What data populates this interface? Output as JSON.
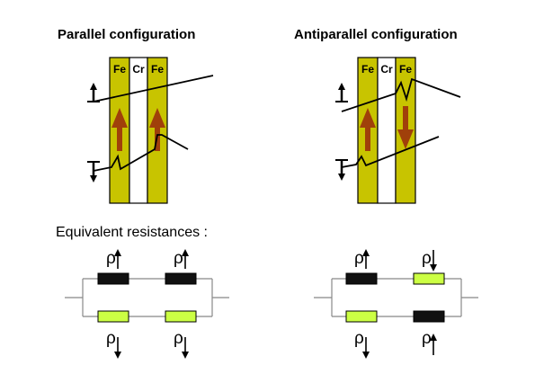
{
  "titles": {
    "parallel": "Parallel configuration",
    "antiparallel": "Antiparallel configuration"
  },
  "layer_labels": {
    "fe": "Fe",
    "cr": "Cr"
  },
  "equivalent_label": "Equivalent resistances :",
  "resistor_symbol": "ρ",
  "colors": {
    "fe_layer": "#c8c400",
    "cr_layer": "#ffffff",
    "magnetization_arrow": "#a0400a",
    "low_resistor": "#ccff44",
    "high_resistor": "#111111",
    "wire": "#000000"
  },
  "configurations": [
    {
      "name": "parallel",
      "magnetization": [
        "up",
        "up"
      ],
      "circuit_top": [
        "high",
        "high"
      ],
      "circuit_bottom": [
        "low",
        "low"
      ]
    },
    {
      "name": "antiparallel",
      "magnetization": [
        "up",
        "down"
      ],
      "circuit_top": [
        "high",
        "low"
      ],
      "circuit_bottom": [
        "low",
        "high"
      ]
    }
  ]
}
